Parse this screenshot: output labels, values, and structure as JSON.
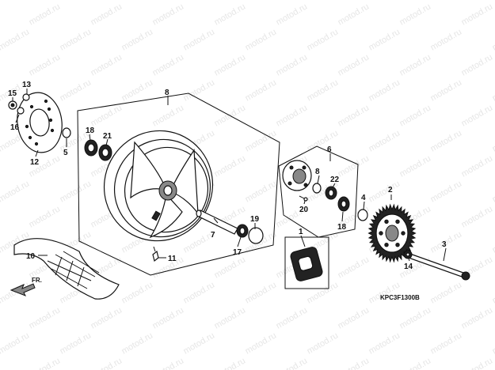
{
  "watermark": "motod.ru",
  "diagram_code": "KPC3F1300B",
  "direction_marker": "FR.",
  "callouts": {
    "c1": "1",
    "c2": "2",
    "c3": "3",
    "c4": "4",
    "c5": "5",
    "c6": "6",
    "c7": "7",
    "c8": "8",
    "c8b": "8",
    "c10": "10",
    "c11": "11",
    "c12": "12",
    "c13": "13",
    "c14": "14",
    "c15": "15",
    "c16": "16",
    "c17": "17",
    "c18": "18",
    "c18b": "18",
    "c19": "19",
    "c20": "20",
    "c21": "21",
    "c22": "22"
  },
  "colors": {
    "line": "#111111",
    "watermark": "#e6e6e6",
    "fill_dark": "#222222",
    "fill_mid": "#888888"
  }
}
